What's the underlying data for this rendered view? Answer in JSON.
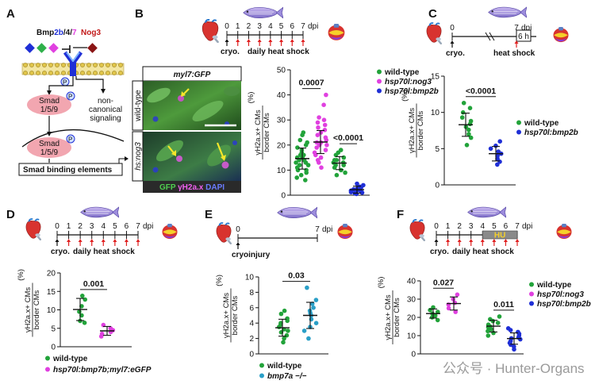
{
  "panels": {
    "A": {
      "label": "A",
      "ligands": [
        "Bmp",
        "2b",
        "/4/",
        "7"
      ],
      "inhibitor": "Nog3",
      "nodes": {
        "smad_a": [
          "Smad",
          "1/5/9"
        ],
        "smad_b": [
          "Smad",
          "1/5/9"
        ],
        "noncanonical": [
          "non-",
          "canonical",
          "signaling"
        ],
        "sbe": "Smad binding elements",
        "p": "P"
      }
    },
    "B": {
      "label": "B",
      "timeline": {
        "ticks": [
          "0",
          "1",
          "2",
          "3",
          "4",
          "5",
          "6",
          "7"
        ],
        "unit": "dpi",
        "left": "cryo.",
        "right": "daily heat shock"
      },
      "micrographs": {
        "top": "myl7:GFP",
        "rows": [
          "wild-type",
          "hs:nog3"
        ],
        "stain": [
          "GFP",
          "γH2a.x",
          "DAPI"
        ]
      }
    },
    "C": {
      "label": "C",
      "timeline": {
        "ticks": [
          "0",
          "7"
        ],
        "unit": "dpi",
        "window": "6 h",
        "left": "cryo.",
        "right": "heat shock"
      }
    },
    "D": {
      "label": "D",
      "timeline": {
        "ticks": [
          "0",
          "1",
          "2",
          "3",
          "4",
          "5",
          "6",
          "7"
        ],
        "unit": "dpi",
        "left": "cryo.",
        "right": "daily heat shock"
      }
    },
    "E": {
      "label": "E",
      "timeline": {
        "ticks": [
          "0",
          "7"
        ],
        "unit": "dpi",
        "left": "cryoinjury"
      }
    },
    "F": {
      "label": "F",
      "timeline": {
        "ticks": [
          "0",
          "1",
          "2",
          "3",
          "4",
          "5",
          "6",
          "7"
        ],
        "unit": "dpi",
        "block": "HU",
        "left": "cryo.",
        "right": "daily heat shock"
      }
    }
  },
  "ylabel": [
    "γH2a.x+ CMs",
    "border CMs",
    "(%)"
  ],
  "watermark": "公众号 · Hunter-Organs",
  "colors": {
    "wildtype": "#22a33a",
    "nog3": "#e040e0",
    "bmp2b": "#1f2fd6",
    "hu": "#8a8a8a",
    "timeline_arrow": "#e02020"
  },
  "chart_data": [
    {
      "panel": "B",
      "type": "scatter",
      "ylabel": "γH2a.x+ CMs / border CMs (%)",
      "ylim": [
        0,
        50
      ],
      "yticks": [
        0,
        10,
        20,
        30,
        40,
        50
      ],
      "grid": false,
      "legend": {
        "placement": "top-right",
        "entries": [
          "wild-type",
          "hsp70l:nog3",
          "hsp70l:bmp2b"
        ]
      },
      "series": [
        {
          "name": "wild-type",
          "color": "#22a33a",
          "mean": 14.6,
          "sd": 4.2,
          "values": [
            6,
            7,
            8,
            9,
            10,
            10,
            11,
            12,
            12,
            13,
            13,
            14,
            14,
            15,
            15,
            16,
            16,
            17,
            18,
            19,
            20,
            21,
            22,
            24,
            25
          ]
        },
        {
          "name": "hsp70l:nog3",
          "color": "#e040e0",
          "mean": 21.2,
          "sd": 4.6,
          "values": [
            11,
            13,
            14,
            15,
            16,
            17,
            18,
            19,
            20,
            20,
            21,
            21,
            22,
            23,
            24,
            25,
            26,
            27,
            28,
            29,
            30,
            31,
            36,
            40
          ]
        },
        {
          "name": "hsp70l:bmp2b",
          "color": "#1f2fd6",
          "mean": 2.2,
          "sd": 1.4,
          "values": [
            0.5,
            0.8,
            1,
            1.2,
            1.5,
            1.8,
            2,
            2.3,
            2.6,
            3,
            3.4,
            4,
            4.6
          ]
        },
        {
          "name": "wild-type (bmp2b control)",
          "color": "#22a33a",
          "mean": 12.8,
          "sd": 2.6,
          "values": [
            8,
            9,
            10,
            11,
            12,
            12,
            13,
            13,
            14,
            14,
            15,
            16,
            17,
            18
          ]
        }
      ],
      "annotations": [
        {
          "text": "0.0007",
          "between": [
            0,
            1
          ]
        },
        {
          "text": "<0.0001",
          "between": [
            2,
            3
          ]
        }
      ]
    },
    {
      "panel": "C",
      "type": "scatter",
      "ylabel": "γH2a.x+ CMs / border CMs (%)",
      "ylim": [
        0,
        15
      ],
      "yticks": [
        0,
        5,
        10,
        15
      ],
      "grid": false,
      "legend": {
        "placement": "right",
        "entries": [
          "wild-type",
          "hsp70l:bmp2b"
        ]
      },
      "series": [
        {
          "name": "wild-type",
          "color": "#22a33a",
          "mean": 8.3,
          "sd": 1.6,
          "values": [
            5.5,
            6.5,
            7,
            7.6,
            8,
            8.4,
            8.8,
            9.3,
            10,
            10.6,
            11.3
          ]
        },
        {
          "name": "hsp70l:bmp2b",
          "color": "#1f2fd6",
          "mean": 4.3,
          "sd": 1.0,
          "values": [
            2.8,
            3.2,
            3.6,
            4,
            4.3,
            4.6,
            5,
            5.4,
            6
          ]
        }
      ],
      "annotations": [
        {
          "text": "<0.0001",
          "between": [
            0,
            1
          ]
        }
      ]
    },
    {
      "panel": "D",
      "type": "scatter",
      "ylabel": "γH2a.x+ CMs / border CMs (%)",
      "ylim": [
        0,
        20
      ],
      "yticks": [
        0,
        5,
        10,
        15,
        20
      ],
      "grid": false,
      "legend": {
        "placement": "bottom",
        "entries": [
          "wild-type",
          "hsp70l:bmp7b;myl7:eGFP"
        ]
      },
      "series": [
        {
          "name": "wild-type",
          "color": "#22a33a",
          "mean": 10.1,
          "sd": 3.0,
          "values": [
            6.5,
            7,
            8.5,
            9.5,
            11,
            12.8,
            13.8
          ]
        },
        {
          "name": "hsp70l:bmp7b;myl7:eGFP",
          "color": "#e040e0",
          "mean": 4.3,
          "sd": 1.2,
          "values": [
            2.8,
            3.5,
            4,
            4.5,
            5,
            5.9
          ]
        }
      ],
      "annotations": [
        {
          "text": "0.001",
          "between": [
            0,
            1
          ]
        }
      ]
    },
    {
      "panel": "E",
      "type": "scatter",
      "ylabel": "γH2a.x+ CMs / border CMs (%)",
      "ylim": [
        0,
        10
      ],
      "yticks": [
        0,
        2,
        4,
        6,
        8,
        10
      ],
      "grid": false,
      "legend": {
        "placement": "bottom",
        "entries": [
          "wild-type",
          "bmp7a −/−"
        ]
      },
      "series": [
        {
          "name": "wild-type",
          "color": "#22a33a",
          "mean": 3.4,
          "sd": 1.1,
          "values": [
            1.5,
            2,
            2.4,
            2.8,
            3,
            3.2,
            3.5,
            3.8,
            4,
            4.3,
            4.6,
            5.2,
            5.6
          ]
        },
        {
          "name": "bmp7a −/−",
          "color": "#2a9fc7",
          "mean": 5.0,
          "sd": 1.7,
          "values": [
            2,
            3,
            3.5,
            4,
            4.5,
            5,
            5.3,
            5.6,
            6,
            6.5,
            7,
            8.6
          ]
        }
      ],
      "annotations": [
        {
          "text": "0.03",
          "between": [
            0,
            1
          ]
        }
      ]
    },
    {
      "panel": "F",
      "type": "scatter",
      "ylabel": "γH2a.x+ CMs / border CMs (%)",
      "ylim": [
        0,
        40
      ],
      "yticks": [
        0,
        10,
        20,
        30,
        40
      ],
      "grid": false,
      "legend": {
        "placement": "top-right",
        "entries": [
          "wild-type",
          "hsp70l:nog3",
          "hsp70l:bmp2b"
        ]
      },
      "series": [
        {
          "name": "wild-type",
          "color": "#22a33a",
          "mean": 22.1,
          "sd": 2.5,
          "values": [
            18.5,
            20,
            21,
            22,
            23,
            24,
            25.5
          ]
        },
        {
          "name": "hsp70l:nog3",
          "color": "#e040e0",
          "mean": 27.6,
          "sd": 3.6,
          "values": [
            23,
            25,
            27,
            28,
            30,
            32.5
          ]
        },
        {
          "name": "wild-type (bmp2b control)",
          "color": "#22a33a",
          "mean": 15.2,
          "sd": 3.2,
          "values": [
            10,
            11.5,
            12.5,
            13.5,
            14.5,
            15,
            16,
            17,
            18,
            19,
            20.5
          ]
        },
        {
          "name": "hsp70l:bmp2b",
          "color": "#1f2fd6",
          "mean": 8.4,
          "sd": 3.1,
          "values": [
            2.5,
            4,
            5,
            6,
            7,
            8,
            8.5,
            9,
            10,
            11,
            12,
            13,
            14
          ]
        }
      ],
      "annotations": [
        {
          "text": "0.027",
          "between": [
            0,
            1
          ]
        },
        {
          "text": "0.011",
          "between": [
            2,
            3
          ]
        }
      ]
    }
  ]
}
